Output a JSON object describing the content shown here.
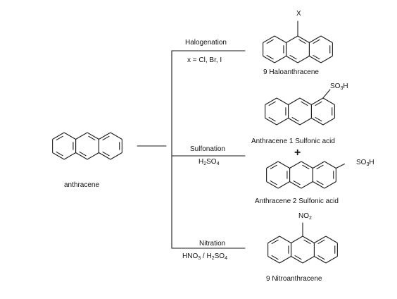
{
  "start": {
    "name": "anthracene"
  },
  "reactions": [
    {
      "type": "Halogenation",
      "reagent": "x = Cl, Br, I",
      "substituent": "X",
      "products": [
        "9 Haloanthracene"
      ]
    },
    {
      "type": "Sulfonation",
      "reagent": {
        "main": "H",
        "sub": "2",
        "rest": "SO",
        "sub2": "4"
      },
      "substituent": {
        "main": "SO",
        "sub": "3",
        "rest": "H"
      },
      "products": [
        "Anthracene 1 Sulfonic acid",
        "Anthracene 2 Sulfonic acid"
      ],
      "joiner": "+"
    },
    {
      "type": "Nitration",
      "reagent": {
        "a": "HNO",
        "a_sub": "3",
        "sep": " / H",
        "b_sub": "2",
        "b": "SO",
        "b_sub2": "4"
      },
      "substituent": {
        "main": "NO",
        "sub": "2"
      },
      "products": [
        "9 Nitroanthracene"
      ]
    }
  ],
  "colors": {
    "ink": "#111111",
    "bond": "#1a1a1a"
  }
}
